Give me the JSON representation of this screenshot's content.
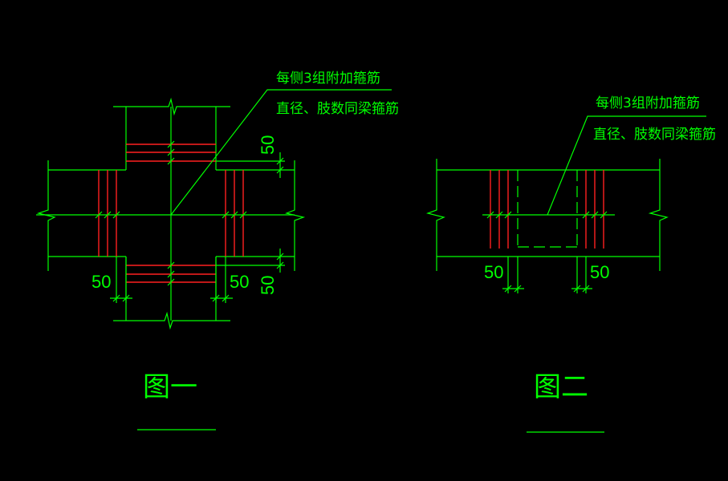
{
  "colors": {
    "background": "#000000",
    "line": "#00ff00",
    "rebar": "#ff2020"
  },
  "figure1": {
    "note_line1": "每侧3组附加箍筋",
    "note_line2": "直径、肢数同梁箍筋",
    "dim_vertical_top": "50",
    "dim_vertical_bottom": "50",
    "dim_left": "50",
    "dim_right": "50",
    "caption": "图一"
  },
  "figure2": {
    "note_line1": "每侧3组附加箍筋",
    "note_line2": "直径、肢数同梁箍筋",
    "dim_left": "50",
    "dim_right": "50",
    "caption": "图二"
  }
}
